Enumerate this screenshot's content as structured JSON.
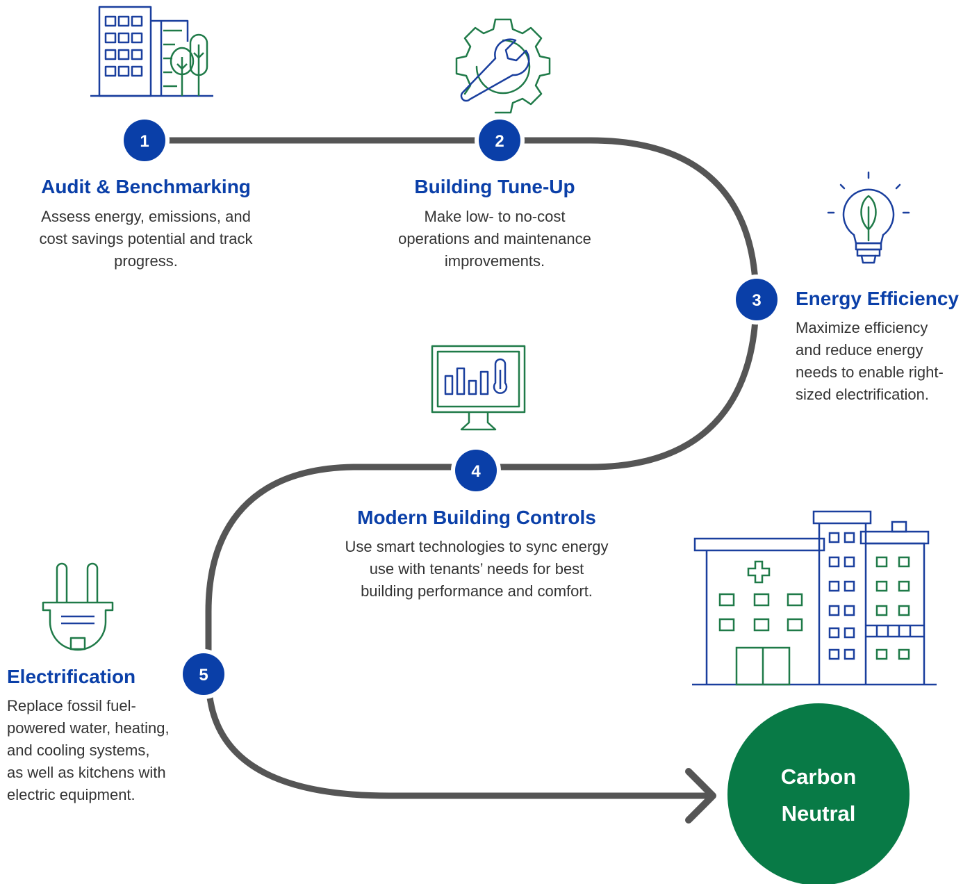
{
  "colors": {
    "path": "#555555",
    "badge": "#0a3fa8",
    "heading": "#0a3fa8",
    "body_text": "#333333",
    "icon_blue": "#1a3f9e",
    "icon_green": "#1f7a48",
    "goal_fill": "#087a46"
  },
  "steps": [
    {
      "number": "1",
      "title": "Audit & Benchmarking",
      "lines": [
        "Assess energy, emissions, and",
        "cost savings potential and track",
        "progress."
      ],
      "icon": "office-building-trees-icon"
    },
    {
      "number": "2",
      "title": "Building Tune-Up",
      "lines": [
        "Make low- to no-cost",
        "operations and maintenance",
        "improvements."
      ],
      "icon": "gear-wrench-icon"
    },
    {
      "number": "3",
      "title": "Energy Efficiency",
      "lines": [
        "Maximize efficiency",
        "and reduce energy",
        "needs to enable right-",
        "sized electrification."
      ],
      "icon": "lightbulb-leaf-icon"
    },
    {
      "number": "4",
      "title": "Modern Building Controls",
      "lines": [
        "Use smart technologies to sync energy",
        "use with tenants’ needs for best",
        "building performance and comfort."
      ],
      "icon": "monitor-chart-thermometer-icon"
    },
    {
      "number": "5",
      "title": "Electrification",
      "lines": [
        "Replace fossil fuel-",
        "powered water, heating,",
        "and cooling systems,",
        "as well as kitchens with",
        "electric equipment."
      ],
      "icon": "electric-plug-icon"
    }
  ],
  "goal": {
    "line1": "Carbon",
    "line2": "Neutral",
    "icon": "hospital-building-icon"
  }
}
